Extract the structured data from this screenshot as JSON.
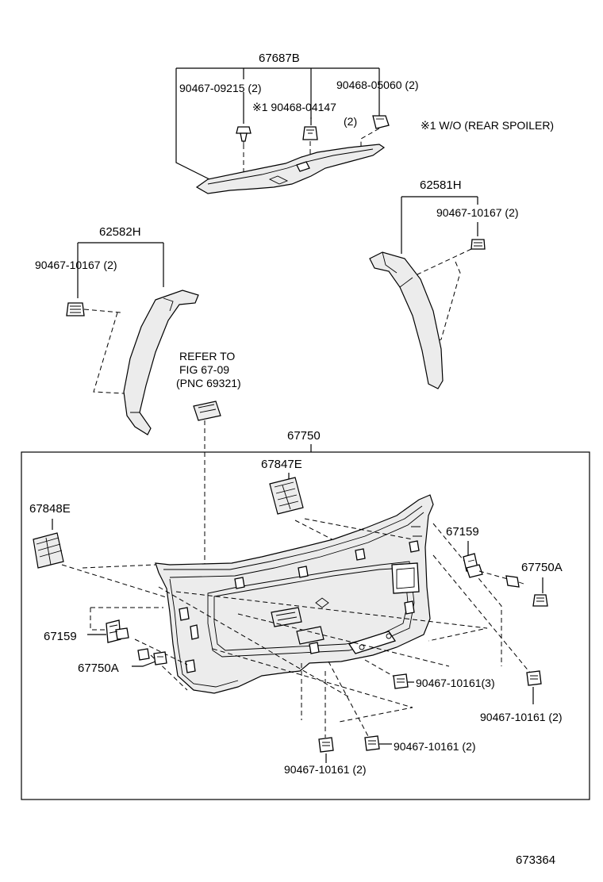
{
  "labels": {
    "l67687b": "67687B",
    "l90467_09215": "90467-09215 (2)",
    "l90468_05060": "90468-05060 (2)",
    "l90468_04147": "※1 90468-04147",
    "l90468_04147_qty": "(2)",
    "note_spoiler": "※1 W/O (REAR SPOILER)",
    "l62581h": "62581H",
    "l90467_10167_right": "90467-10167 (2)",
    "l62582h": "62582H",
    "l90467_10167_left": "90467-10167 (2)",
    "refer_line1": "REFER TO",
    "refer_line2": "FIG 67-09",
    "refer_line3": "(PNC 69321)",
    "l67750": "67750",
    "l67847e": "67847E",
    "l67848e": "67848E",
    "l67159_right": "67159",
    "l67750a_right": "67750A",
    "l67159_left": "67159",
    "l67750a_left": "67750A",
    "l90467_10161_3": "90467-10161(3)",
    "l90467_10161_2_right": "90467-10161 (2)",
    "l90467_10161_2_center": "90467-10161 (2)",
    "l90467_10161_2_bottom": "90467-10161 (2)",
    "diagram_id": "673364"
  }
}
